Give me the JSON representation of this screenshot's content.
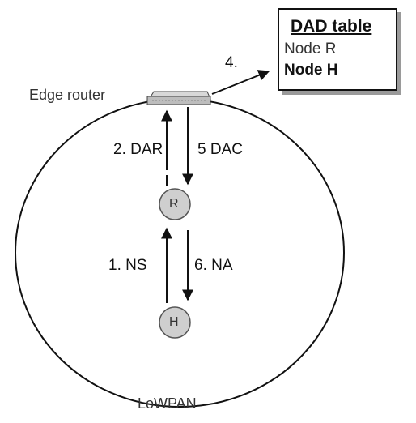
{
  "edge_router": {
    "label": "Edge router"
  },
  "dad_table": {
    "title": "DAD table",
    "rows": [
      "Node R",
      "Node H"
    ]
  },
  "nodes": {
    "r": "R",
    "h": "H"
  },
  "steps": {
    "s1": "1. NS",
    "s2": "2. DAR",
    "s4": "4.",
    "s5": "5 DAC",
    "s6": "6. NA"
  },
  "network": {
    "label": "LoWPAN"
  }
}
